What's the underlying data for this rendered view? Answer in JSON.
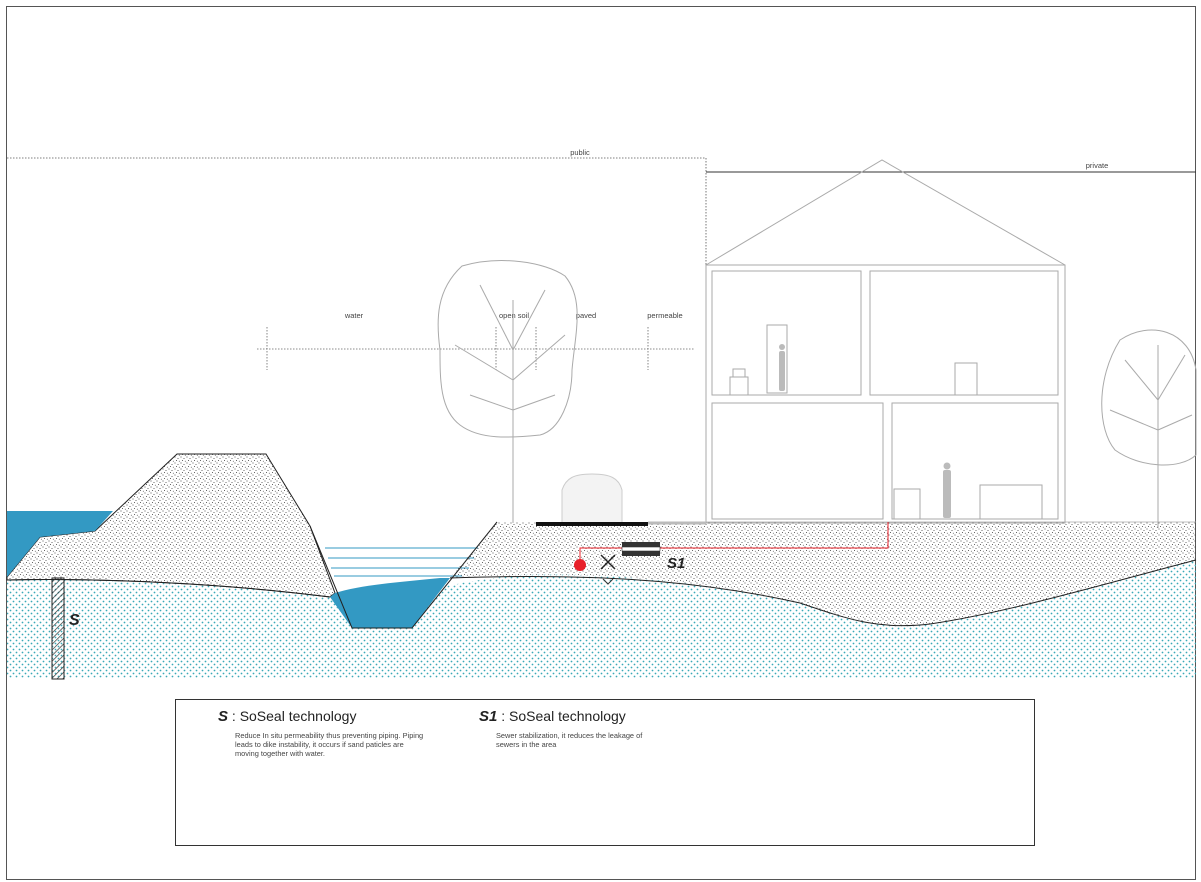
{
  "zones": {
    "public": "public",
    "private": "private"
  },
  "surfaces": {
    "water": "water",
    "open_soil": "open soil",
    "paved": "paved",
    "permeable": "permeable"
  },
  "markers": {
    "s": "S",
    "s1": "S1"
  },
  "legend": {
    "items": [
      {
        "code": "S",
        "separator": " : ",
        "title": "SoSeal technology",
        "description": "Reduce In situ permeability thus preventing piping. Piping leads to dike instability, it occurs if sand paticles are moving together with water."
      },
      {
        "code": "S1",
        "separator": " : ",
        "title": "SoSeal technology",
        "description": "Sewer stabilization, it reduces the leakage of sewers in the area"
      }
    ]
  },
  "colors": {
    "water": "#3399c3",
    "sewer_line": "#e8202a",
    "groundwater_dots": "#3aa9b8",
    "outline": "#aaaaaa"
  }
}
